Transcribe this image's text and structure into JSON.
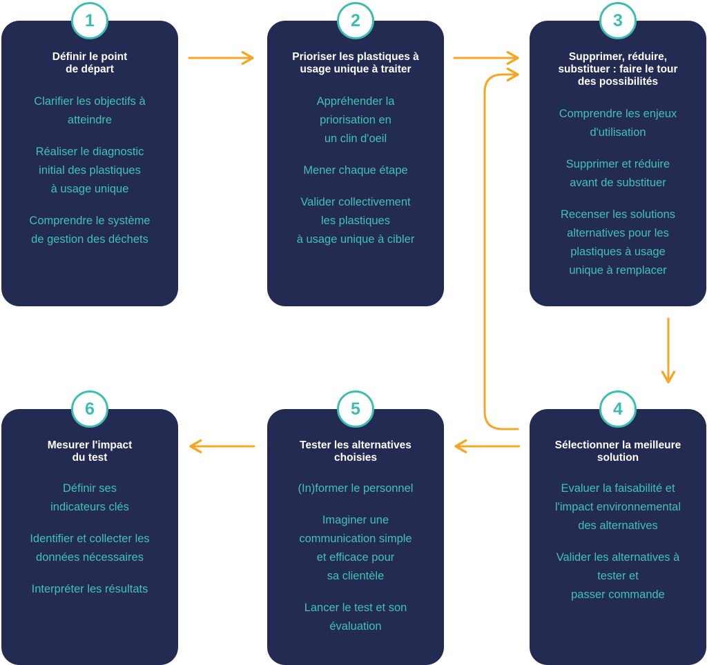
{
  "colors": {
    "card_bg": "#232b52",
    "accent_teal": "#3cbdb0",
    "arrow": "#f5a623",
    "title_text": "#ffffff"
  },
  "steps": [
    {
      "number": "1",
      "title": "Définir le point\nde départ",
      "items": [
        "Clarifier les objectifs à\natteindre",
        "Réaliser le diagnostic\ninitial des plastiques\nà usage unique",
        "Comprendre le système\nde gestion des déchets"
      ]
    },
    {
      "number": "2",
      "title": "Prioriser les plastiques à\nusage unique à traiter",
      "items": [
        "Appréhender la\npriorisation en\nun clin d'oeil",
        "Mener chaque étape",
        "Valider collectivement\nles plastiques\nà usage unique à cibler"
      ]
    },
    {
      "number": "3",
      "title": "Supprimer, réduire,\nsubstituer : faire le tour\ndes possibilités",
      "items": [
        "Comprendre les enjeux\nd'utilisation",
        "Supprimer et réduire\navant de substituer",
        "Recenser les solutions\nalternatives pour les\nplastiques à usage\nunique à remplacer"
      ]
    },
    {
      "number": "4",
      "title": "Sélectionner la meilleure\nsolution",
      "items": [
        "Evaluer la faisabilité et\nl'impact environnemental\ndes alternatives",
        "Valider les alternatives à\ntester et\npasser commande"
      ]
    },
    {
      "number": "5",
      "title": "Tester les alternatives\nchoisies",
      "items": [
        "(In)former le personnel",
        "Imaginer une\ncommunication simple\net efficace pour\nsa clientèle",
        "Lancer le test et son\névaluation"
      ]
    },
    {
      "number": "6",
      "title": "Mesurer l'impact\ndu test",
      "items": [
        "Définir ses\nindicateurs clés",
        "Identifier et collecter les\ndonnées nécessaires",
        "Interpréter les résultats"
      ]
    }
  ]
}
